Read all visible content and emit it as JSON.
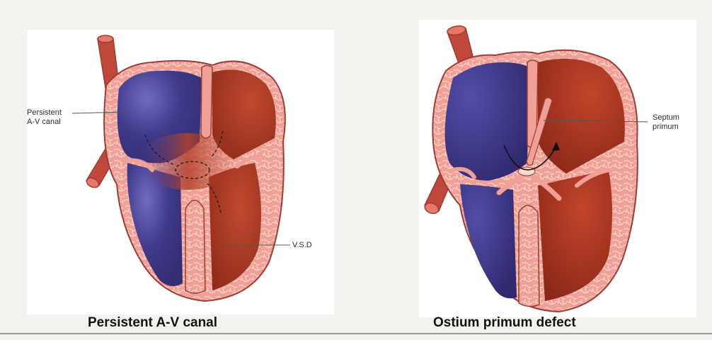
{
  "diagrams": [
    {
      "caption": "Persistent A-V canal",
      "labels": {
        "persistent_av_canal": [
          "Persistent",
          "A-V canal"
        ],
        "vsd": "V.S.D"
      }
    },
    {
      "caption": "Ostium primum defect",
      "labels": {
        "septum_primum": [
          "Septum",
          "primum"
        ]
      }
    }
  ],
  "colors": {
    "wall": "#f0a096",
    "wall_outline": "#9b3d33",
    "muscle_texture": "#fbd2c8",
    "deoxygenated": "#3e3a86",
    "oxygenated": "#a8321f",
    "vessel": "#c0483a"
  }
}
